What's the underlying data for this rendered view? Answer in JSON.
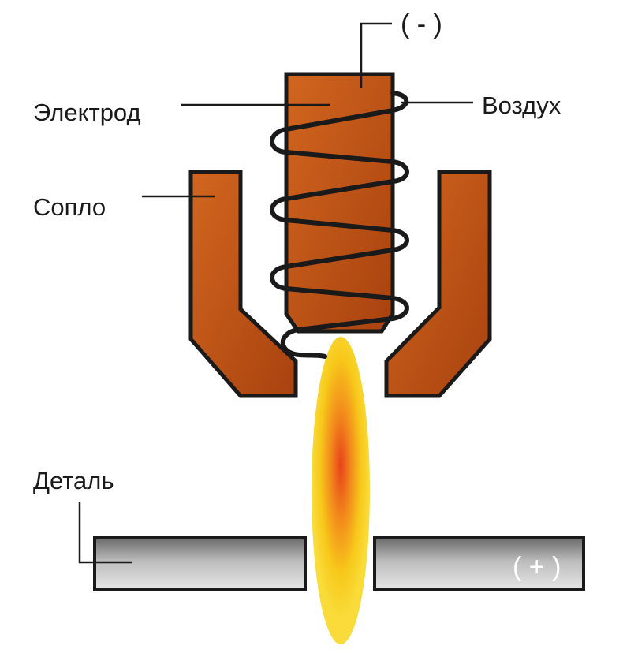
{
  "labels": {
    "electrode": "Электрод",
    "air": "Воздух",
    "nozzle": "Сопло",
    "workpiece": "Деталь"
  },
  "polarity": {
    "negative": "( - )",
    "positive": "( + )"
  },
  "colors": {
    "copper_dark": "#b24a12",
    "copper_light": "#d2661f",
    "outline": "#1a1a1a",
    "metal_light": "#d8d8d8",
    "metal_dark": "#707070",
    "flame_outer": "#f7d21a",
    "flame_core": "#e8421a"
  }
}
